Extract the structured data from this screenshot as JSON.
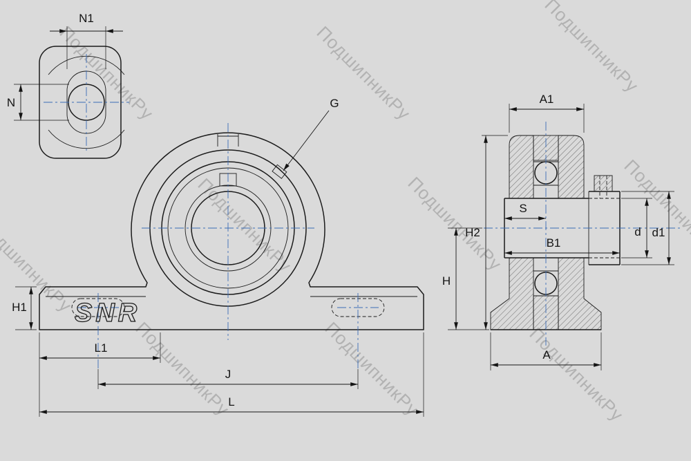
{
  "watermark": {
    "text": "ПодшипникРу"
  },
  "logo": {
    "text": "SNR"
  },
  "labels": {
    "n1": "N1",
    "n": "N",
    "g": "G",
    "a1": "A1",
    "s": "S",
    "b1": "B1",
    "d": "d",
    "d1": "d1",
    "h2": "H2",
    "h": "H",
    "h1": "H1",
    "l1": "L1",
    "j": "J",
    "l": "L",
    "a": "A"
  },
  "colors": {
    "background": "#dadada",
    "object_line": "#1b1b1b",
    "centerline_blue": "#3b6cb5",
    "watermark_gray": "#9b9b9b"
  }
}
